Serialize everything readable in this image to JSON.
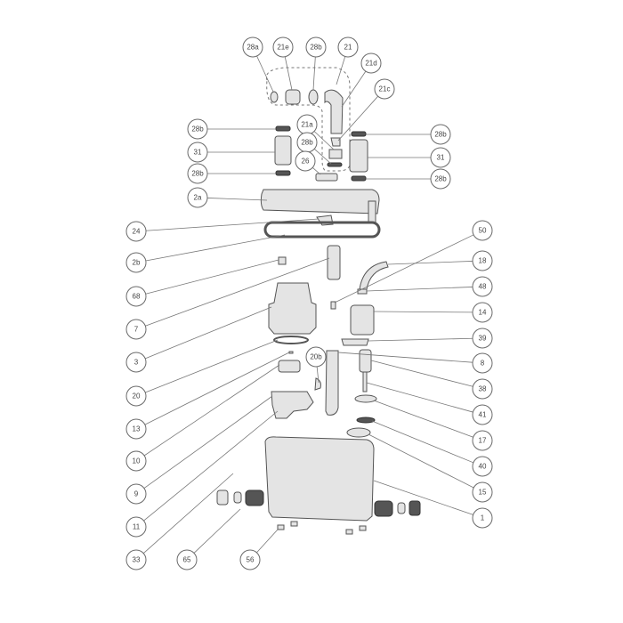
{
  "diagram": {
    "title": "Exploded parts view",
    "callouts": [
      "28a",
      "21e",
      "28b",
      "21",
      "21d",
      "21c",
      "21a",
      "28b",
      "26",
      "28b",
      "31",
      "28b",
      "28b",
      "31",
      "28b",
      "2a",
      "24",
      "2b",
      "68",
      "7",
      "3",
      "20",
      "13",
      "10",
      "9",
      "11",
      "33",
      "65",
      "56",
      "50",
      "18",
      "48",
      "14",
      "39",
      "8",
      "38",
      "41",
      "17",
      "40",
      "15",
      "1",
      "20b"
    ]
  }
}
